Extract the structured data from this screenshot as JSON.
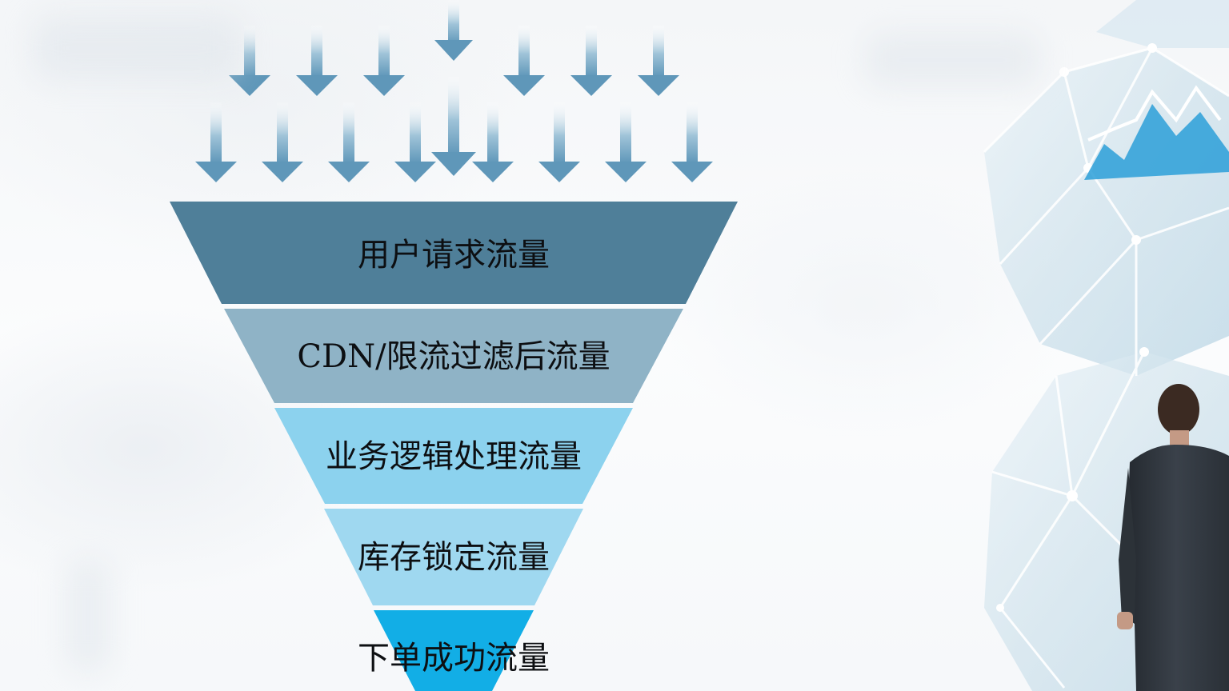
{
  "funnel": {
    "stages": [
      {
        "label": "用户请求流量",
        "color": "#4f7f99"
      },
      {
        "label": "CDN/限流过滤后流量",
        "color": "#8fb3c6"
      },
      {
        "label": "业务逻辑处理流量",
        "color": "#8cd2ee"
      },
      {
        "label": "库存锁定流量",
        "color": "#9fd8f0"
      },
      {
        "label": "下单成功流量",
        "color": "#12aee6"
      }
    ],
    "arrow_color": "#6fa4c4"
  }
}
